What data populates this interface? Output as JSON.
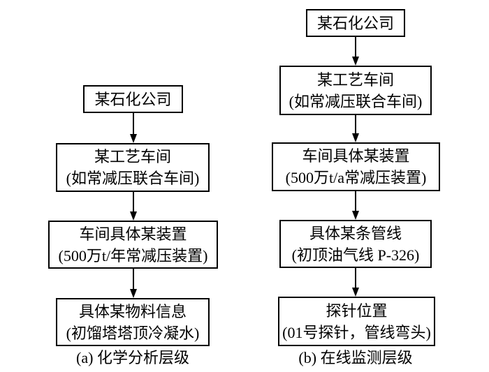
{
  "figure": {
    "background": "#ffffff",
    "line_color": "#000000",
    "type": "flowchart-hierarchy-comparison"
  },
  "flowcharts": [
    {
      "id": "a",
      "caption": "(a) 化学分析层级",
      "nodes": [
        {
          "line1": "某石化公司"
        },
        {
          "line1": "某工艺车间",
          "line2": "(如常减压联合车间)"
        },
        {
          "line1": "车间具体某装置",
          "line2": "(500万t/年常减压装置)"
        },
        {
          "line1": "具体某物料信息",
          "line2": "(初馏塔塔顶冷凝水)"
        }
      ]
    },
    {
      "id": "b",
      "caption": "(b) 在线监测层级",
      "nodes": [
        {
          "line1": "某石化公司"
        },
        {
          "line1": "某工艺车间",
          "line2": "(如常减压联合车间)"
        },
        {
          "line1": "车间具体某装置",
          "line2": "(500万t/a常减压装置)"
        },
        {
          "line1": "具体某条管线",
          "line2": "(初顶油气线 P-326)"
        },
        {
          "line1": "探针位置",
          "line2": "(01号探针，管线弯头)"
        }
      ]
    }
  ]
}
